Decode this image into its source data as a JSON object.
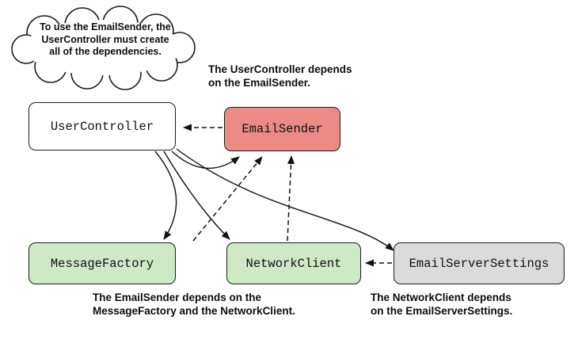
{
  "diagram": {
    "bubble": {
      "lines": [
        "To use the EmailSender, the",
        "UserController must create",
        "all of the dependencies."
      ]
    },
    "boxes": {
      "user_controller": {
        "label": "UserController",
        "fill": "#ffffff"
      },
      "email_sender": {
        "label": "EmailSender",
        "fill": "#ec8b86"
      },
      "message_factory": {
        "label": "MessageFactory",
        "fill": "#cfe8c6"
      },
      "network_client": {
        "label": "NetworkClient",
        "fill": "#cfe8c6"
      },
      "email_server_settings": {
        "label": "EmailServerSettings",
        "fill": "#dbdbdb"
      }
    },
    "captions": {
      "top": {
        "lines": [
          "The UserController depends",
          "on the EmailSender."
        ]
      },
      "bottom_left": {
        "lines": [
          "The EmailSender depends on the",
          "MessageFactory and the NetworkClient."
        ]
      },
      "bottom_right": {
        "lines": [
          "The NetworkClient depends",
          "on the EmailServerSettings."
        ]
      }
    },
    "relations": {
      "depends_on": [
        {
          "dependent": "UserController",
          "dependency": "EmailSender"
        },
        {
          "dependent": "EmailSender",
          "dependency": "MessageFactory"
        },
        {
          "dependent": "EmailSender",
          "dependency": "NetworkClient"
        },
        {
          "dependent": "NetworkClient",
          "dependency": "EmailServerSettings"
        }
      ],
      "creates": {
        "from": "UserController",
        "targets": [
          "EmailSender",
          "MessageFactory",
          "NetworkClient",
          "EmailServerSettings"
        ]
      }
    },
    "colors": {
      "stroke": "#1c1c1c",
      "highlight_red": "#ec8b86",
      "highlight_green": "#cfe8c6",
      "neutral_gray": "#dbdbdb"
    }
  }
}
